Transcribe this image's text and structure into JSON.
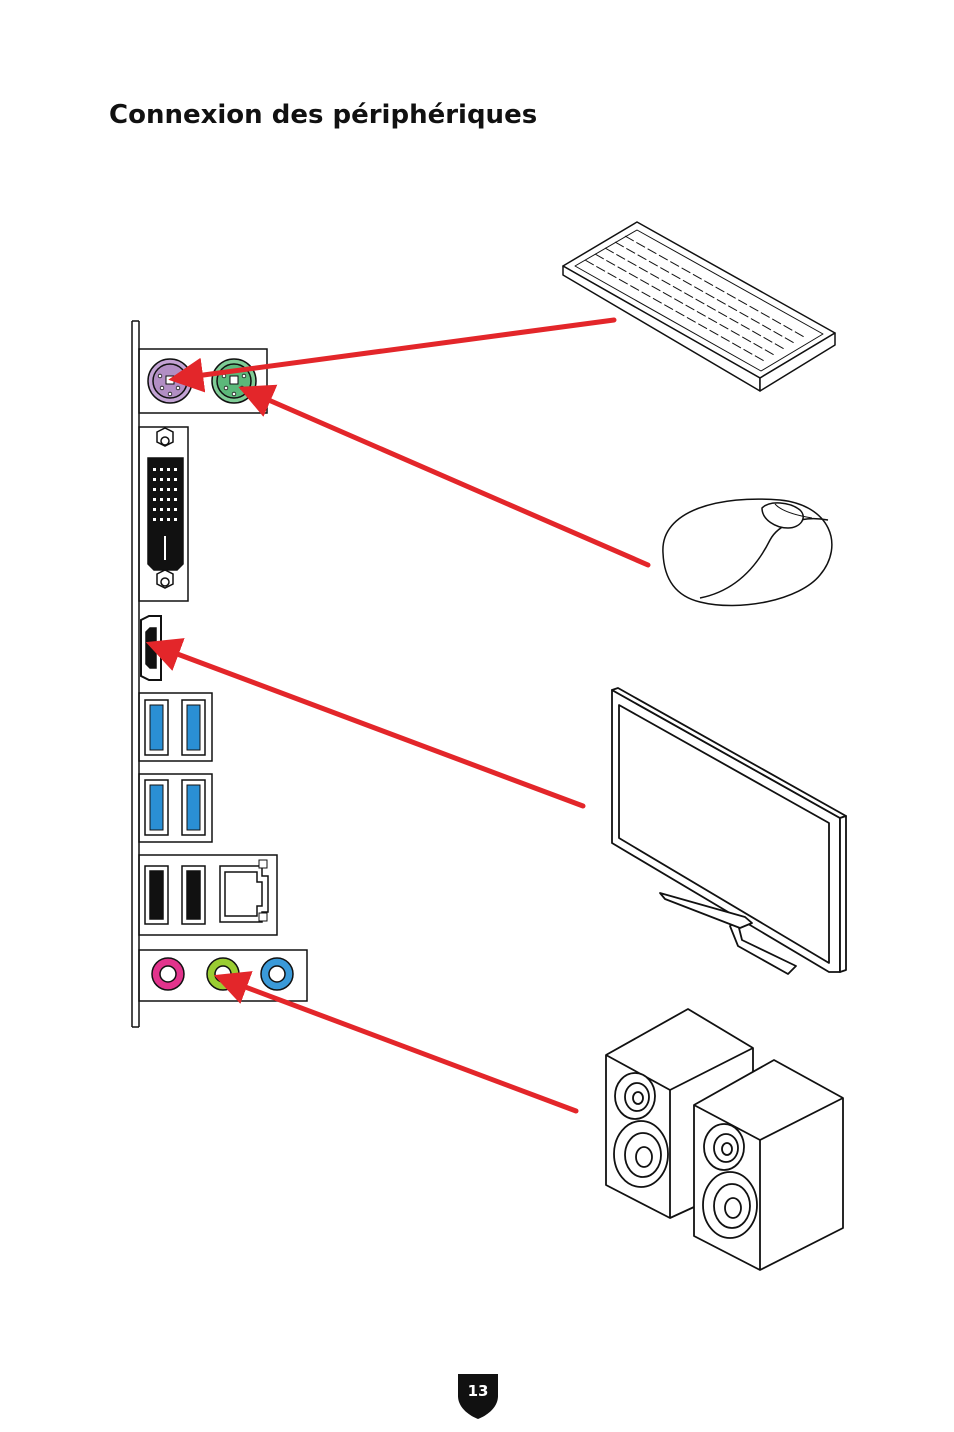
{
  "page": {
    "title": "Connexion des périphériques",
    "page_number": "13"
  },
  "figure": {
    "panel_ports": [
      {
        "name": "ps2-keyboard-port",
        "color": "#b28ec4"
      },
      {
        "name": "ps2-mouse-port",
        "color": "#5cb87a"
      },
      {
        "name": "dvi-port",
        "color": "#111111"
      },
      {
        "name": "hdmi-port",
        "color": "#111111"
      },
      {
        "name": "usb3-port",
        "color": "#2a8fd4"
      },
      {
        "name": "usb2-port",
        "color": "#111111"
      },
      {
        "name": "lan-port",
        "color": "#ffffff"
      },
      {
        "name": "audio-mic-in",
        "color": "#e2338c"
      },
      {
        "name": "audio-line-out",
        "color": "#9acd32"
      },
      {
        "name": "audio-line-in",
        "color": "#3a9ad9"
      }
    ],
    "devices": [
      "keyboard",
      "mouse",
      "monitor",
      "speakers"
    ],
    "connection_arrow_color": "#e3262a"
  }
}
